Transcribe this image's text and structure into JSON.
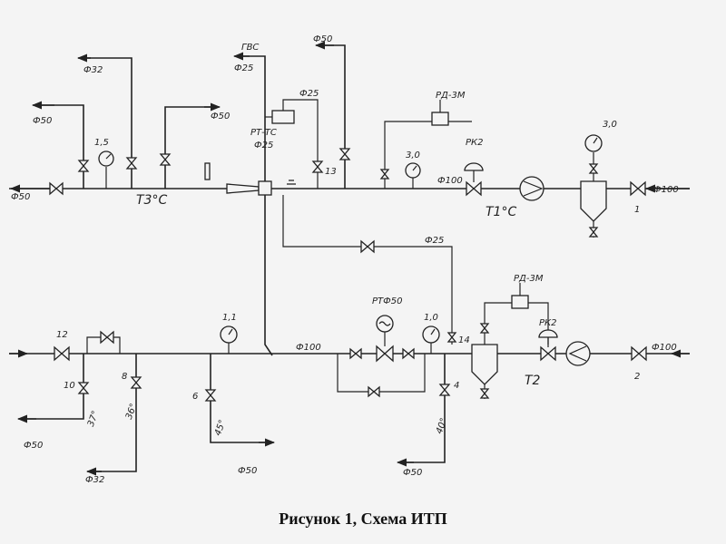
{
  "caption": "Рисунок 1, Схема ИТП",
  "labels": {
    "phi50_supply_left": "Ф50",
    "phi50_top_left": "Ф50",
    "phi32_top": "Ф32",
    "phi50_top_mid": "Ф50",
    "phi50_top_right": "Ф50",
    "gvs": "ГВС",
    "phi25_gvs": "Ф25",
    "phi25_valve": "Ф25",
    "rt_ts": "РТ-ТС",
    "rt_ts_size": "Ф25",
    "rd3m_top": "РД-3М",
    "rk2_top": "РК2",
    "phi100_top": "Ф100",
    "phi100_inlet": "Ф100",
    "t3": "Т3°С",
    "t1": "Т1°С",
    "gauge_15": "1,5",
    "gauge_30a": "3,0",
    "gauge_30b": "3,0",
    "valve_13": "13",
    "bypass_phi25": "Ф25",
    "rt_phi50": "РТФ50",
    "rd3m_bot": "РД-3М",
    "rk2_bot": "РК2",
    "gauge_11": "1,1",
    "gauge_10": "1,0",
    "valve_14": "14",
    "phi100_return": "Ф100",
    "phi100_return_in": "Ф100",
    "t2": "Т2",
    "valve_12": "12",
    "valve_10": "10",
    "valve_8": "8",
    "valve_6": "6",
    "valve_4": "4",
    "num_1": "1",
    "num_2": "2",
    "angle_37": "37°",
    "angle_36": "36°",
    "angle_45": "45°",
    "angle_40": "40°",
    "phi50_bot_left": "Ф50",
    "phi32_bot": "Ф32",
    "phi50_bot_mid": "Ф50",
    "phi50_bot_right": "Ф50"
  }
}
